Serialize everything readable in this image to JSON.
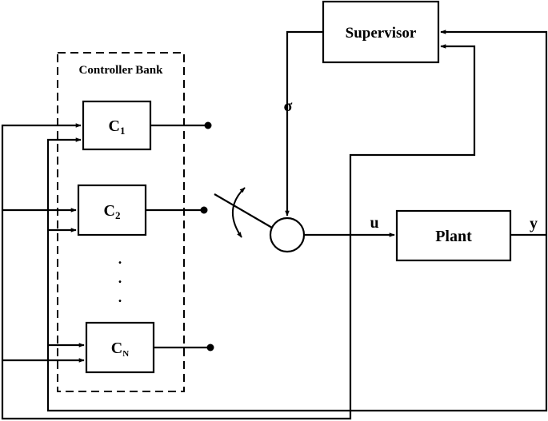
{
  "diagram": {
    "supervisor_label": "Supervisor",
    "controller_bank_label": "Controller Bank",
    "controllers": [
      {
        "main": "C",
        "sub": "1"
      },
      {
        "main": "C",
        "sub": "2"
      },
      {
        "main": "C",
        "sub": "N"
      }
    ],
    "ellipsis": ".\n.\n.",
    "sigma_label": "σ",
    "u_label": "u",
    "plant_label": "Plant",
    "y_label": "y"
  },
  "colors": {
    "stroke": "#000000",
    "background": "#ffffff"
  }
}
